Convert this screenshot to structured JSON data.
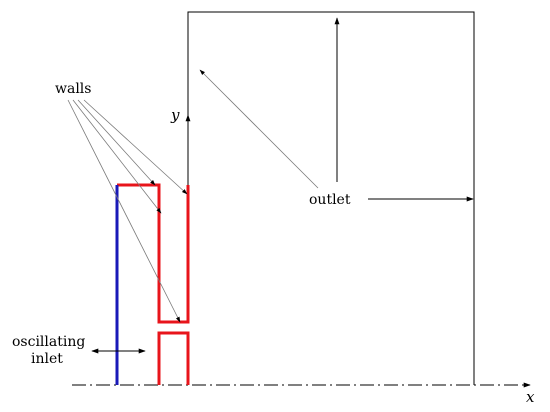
{
  "labels": {
    "walls": "walls",
    "outlet": "outlet",
    "inlet_line1": "oscillating",
    "inlet_line2": "inlet",
    "x_axis": "x",
    "y_axis": "y"
  },
  "colors": {
    "wall": "#e8141b",
    "inlet": "#1a1ab8",
    "boundary": "#000000",
    "leader": "#7a7a7a"
  }
}
